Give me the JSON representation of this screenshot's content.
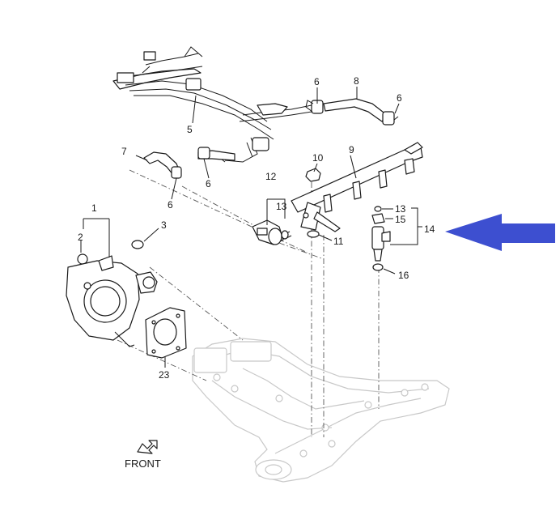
{
  "diagram": {
    "callouts": {
      "c1": "1",
      "c2": "2",
      "c3": "3",
      "c5": "5",
      "c6a": "6",
      "c6b": "6",
      "c6c": "6",
      "c6d": "6",
      "c7": "7",
      "c8": "8",
      "c9": "9",
      "c10": "10",
      "c11": "11",
      "c12": "12",
      "c13a": "13",
      "c13b": "13",
      "c14": "14",
      "c15": "15",
      "c16": "16",
      "c23": "23"
    },
    "front_label": "FRONT",
    "arrow_color": "#3d4fd0",
    "line_color": "#1a1a1a",
    "ghost_color": "#c8c8c8"
  }
}
